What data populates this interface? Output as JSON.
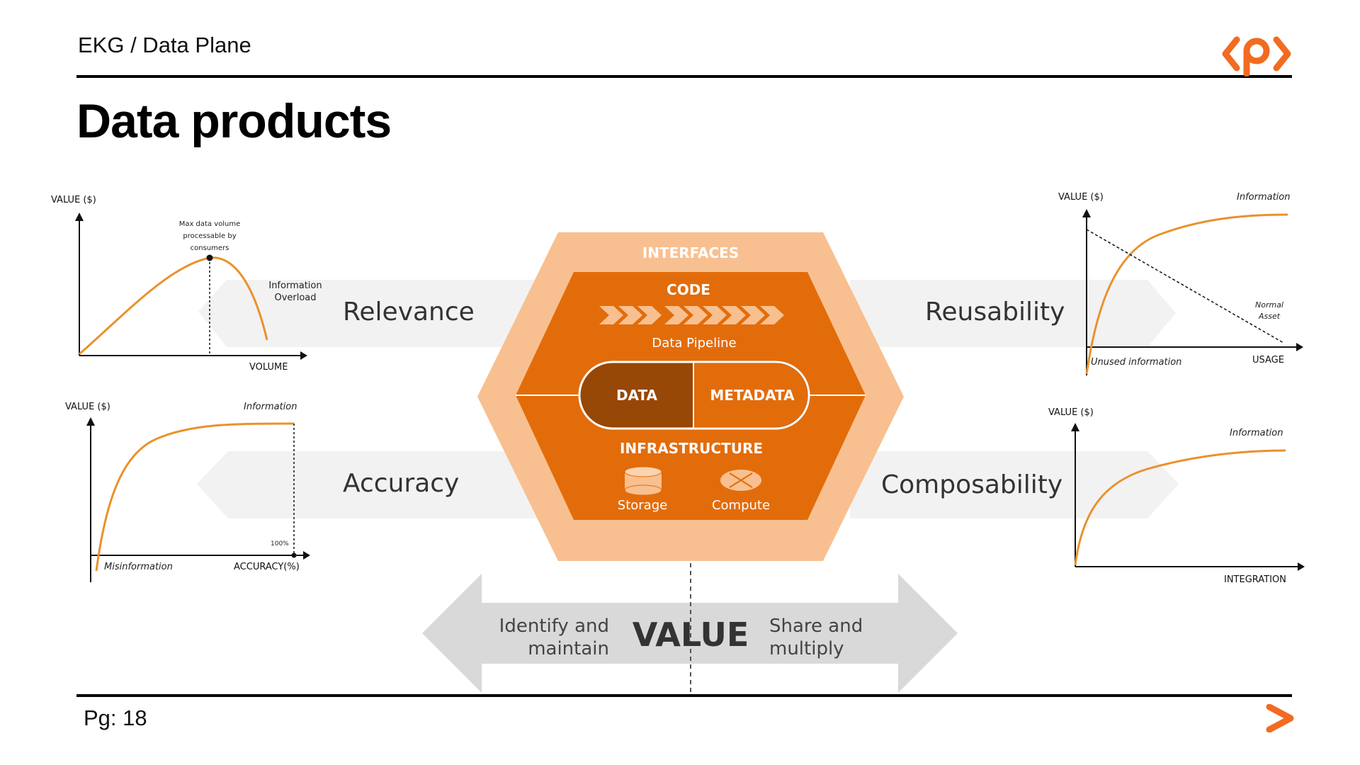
{
  "header": {
    "breadcrumb": "EKG / Data Plane",
    "title": "Data products",
    "logo_alt": "<p>"
  },
  "footer": {
    "page_label": "Pg: 18"
  },
  "colors": {
    "accent": "#F26B21",
    "hex_outer": "#F8C090",
    "hex_inner": "#E36C0A",
    "pill": "#974706",
    "band": "#F2F2F2",
    "value_arrow": "#D9D9D9",
    "curve": "#E8922C"
  },
  "hexagon": {
    "interfaces": "INTERFACES",
    "code": "CODE",
    "pipeline": "Data Pipeline",
    "data": "DATA",
    "metadata": "METADATA",
    "infrastructure": "INFRASTRUCTURE",
    "storage": "Storage",
    "compute": "Compute",
    "storage_icon": "database-icon",
    "compute_icon": "compute-icon"
  },
  "properties": {
    "relevance": "Relevance",
    "accuracy": "Accuracy",
    "reusability": "Reusability",
    "composability": "Composability"
  },
  "value_arrow": {
    "left_line1": "Identify and",
    "left_line2": "maintain",
    "center": "VALUE",
    "right_line1": "Share and",
    "right_line2": "multiply"
  },
  "charts": {
    "relevance": {
      "y_label": "VALUE ($)",
      "x_label": "VOLUME",
      "peak_line1": "Max data volume",
      "peak_line2": "processable by",
      "peak_line3": "consumers",
      "overload_line1": "Information",
      "overload_line2": "Overload"
    },
    "accuracy": {
      "y_label": "VALUE ($)",
      "x_label": "ACCURACY(%)",
      "series": "Information",
      "tick": "100%",
      "origin_label": "Misinformation"
    },
    "reusability": {
      "y_label": "VALUE ($)",
      "x_label": "USAGE",
      "series": "Information",
      "normal_line1": "Normal",
      "normal_line2": "Asset",
      "origin_label": "Unused information"
    },
    "composability": {
      "y_label": "VALUE ($)",
      "x_label": "INTEGRATION",
      "series": "Information"
    }
  }
}
